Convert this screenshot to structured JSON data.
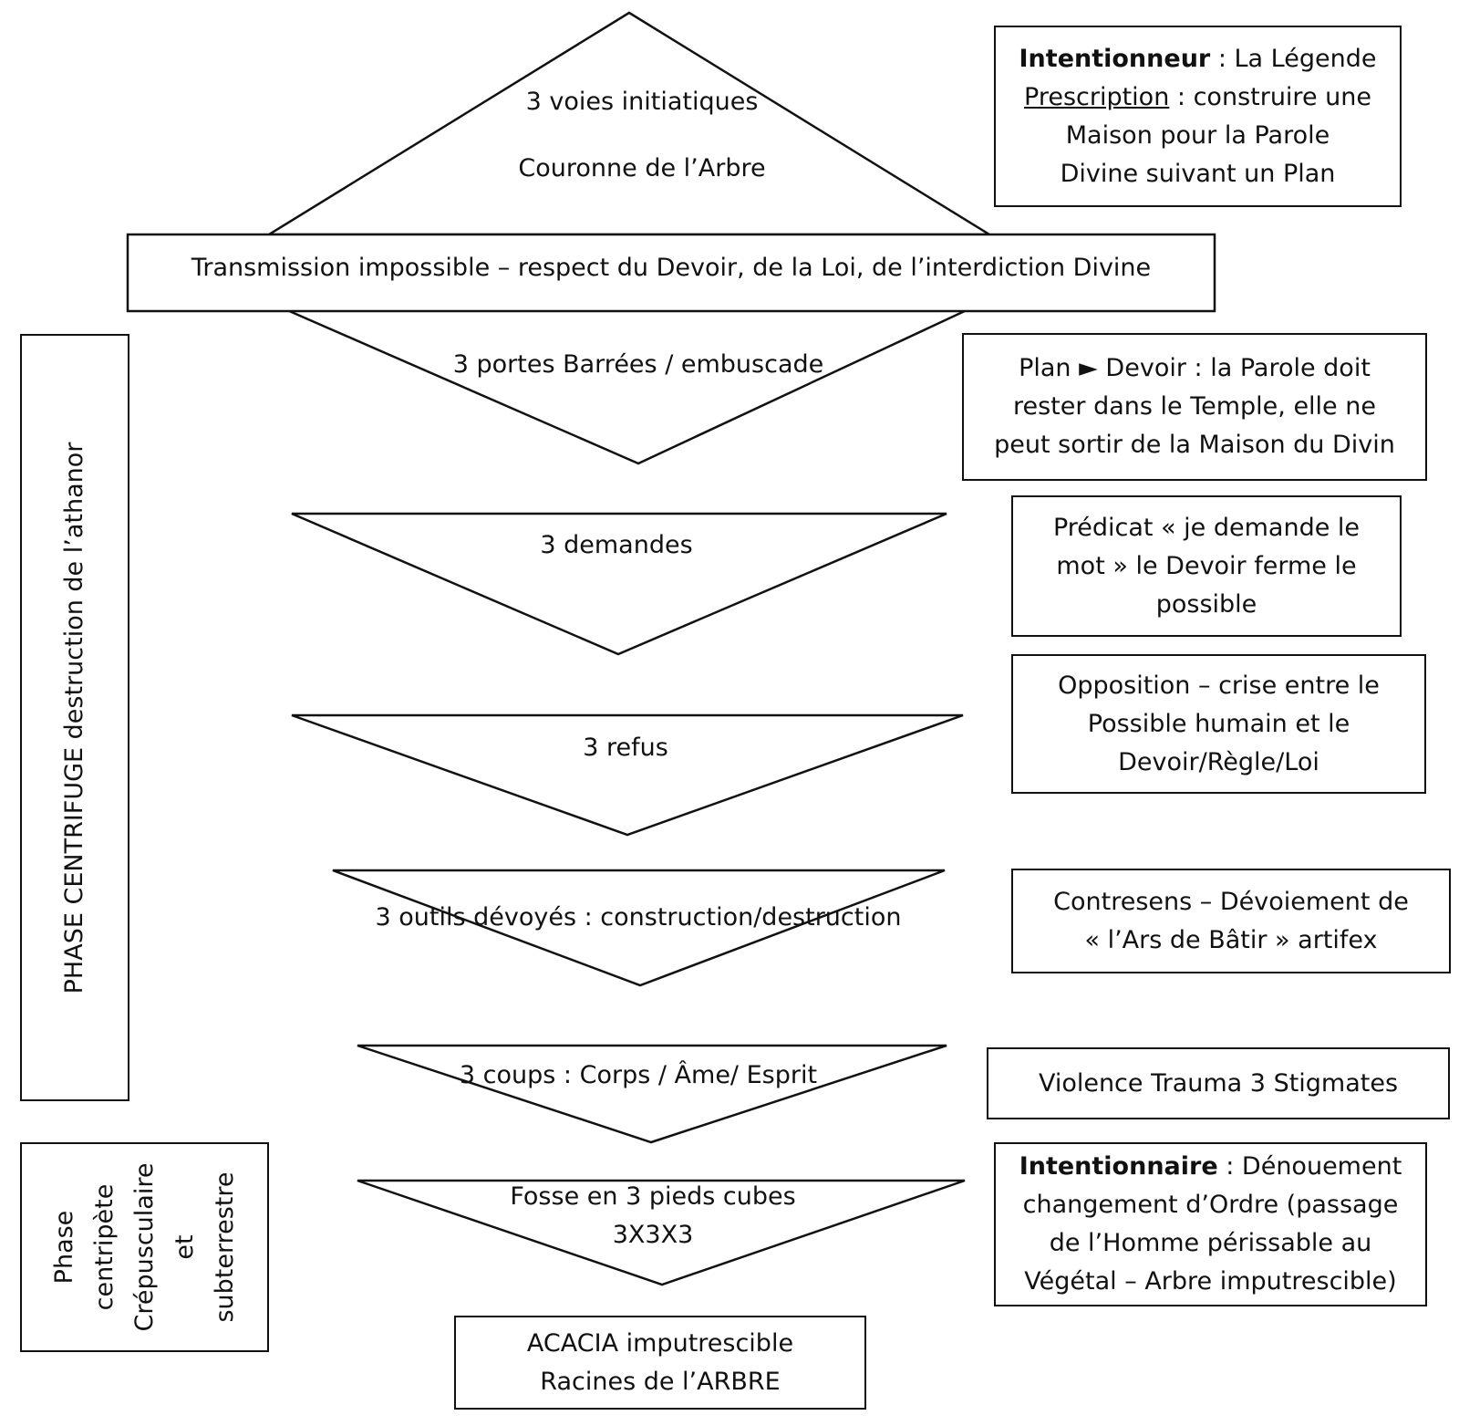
{
  "triangles": {
    "top": {
      "lines": [
        "3 voies initiatiques",
        "Couronne de l’Arbre"
      ]
    },
    "t1": {
      "label": "3 portes Barrées / embuscade"
    },
    "t2": {
      "label": "3 demandes"
    },
    "t3": {
      "label": "3 refus"
    },
    "t4": {
      "label": "3 outils dévoyés : construction/destruction"
    },
    "t5": {
      "label": "3 coups : Corps / Âme/ Esprit"
    },
    "t6": {
      "lines": [
        "Fosse en 3 pieds cubes",
        "3X3X3"
      ]
    }
  },
  "transmission_box": {
    "text": "Transmission impossible – respect du Devoir, de la Loi, de l’interdiction Divine"
  },
  "acacia_box": {
    "lines": [
      "ACACIA imputrescible",
      "Racines de l’ARBRE"
    ]
  },
  "phase_centrifuge": {
    "text": "PHASE CENTRIFUGE  destruction de l’athanor"
  },
  "phase_centripete": {
    "lines": [
      "Phase",
      "centripète",
      "Crépusculaire",
      "et",
      "subterrestre"
    ]
  },
  "right_boxes": {
    "intentionneur": {
      "label": "Intentionneur",
      "line1_rest": " : La Légende",
      "prescription": "Prescription",
      "line2_rest": " : construire une",
      "line3": "Maison pour la Parole",
      "line4": "Divine suivant un Plan"
    },
    "plan": {
      "line1": "Plan ► Devoir : la Parole doit",
      "line2": "rester dans le Temple, elle ne",
      "line3": "peut sortir de la Maison du Divin"
    },
    "predicat": {
      "line1": "Prédicat « je demande le",
      "line2": "mot » le Devoir ferme le",
      "line3": "possible"
    },
    "opposition": {
      "line1": "Opposition – crise entre le",
      "line2": "Possible humain et le",
      "line3": "Devoir/Règle/Loi"
    },
    "contresens": {
      "line1": "Contresens – Dévoiement de",
      "line2": "« l’Ars de Bâtir » artifex"
    },
    "violence": {
      "line1": "Violence Trauma 3 Stigmates"
    },
    "intentionnaire": {
      "label": "Intentionnaire",
      "line1_rest": " : Dénouement",
      "line2": "changement d’Ordre (passage",
      "line3": "de l’Homme périssable au",
      "line4": "Végétal – Arbre imputrescible)"
    }
  }
}
